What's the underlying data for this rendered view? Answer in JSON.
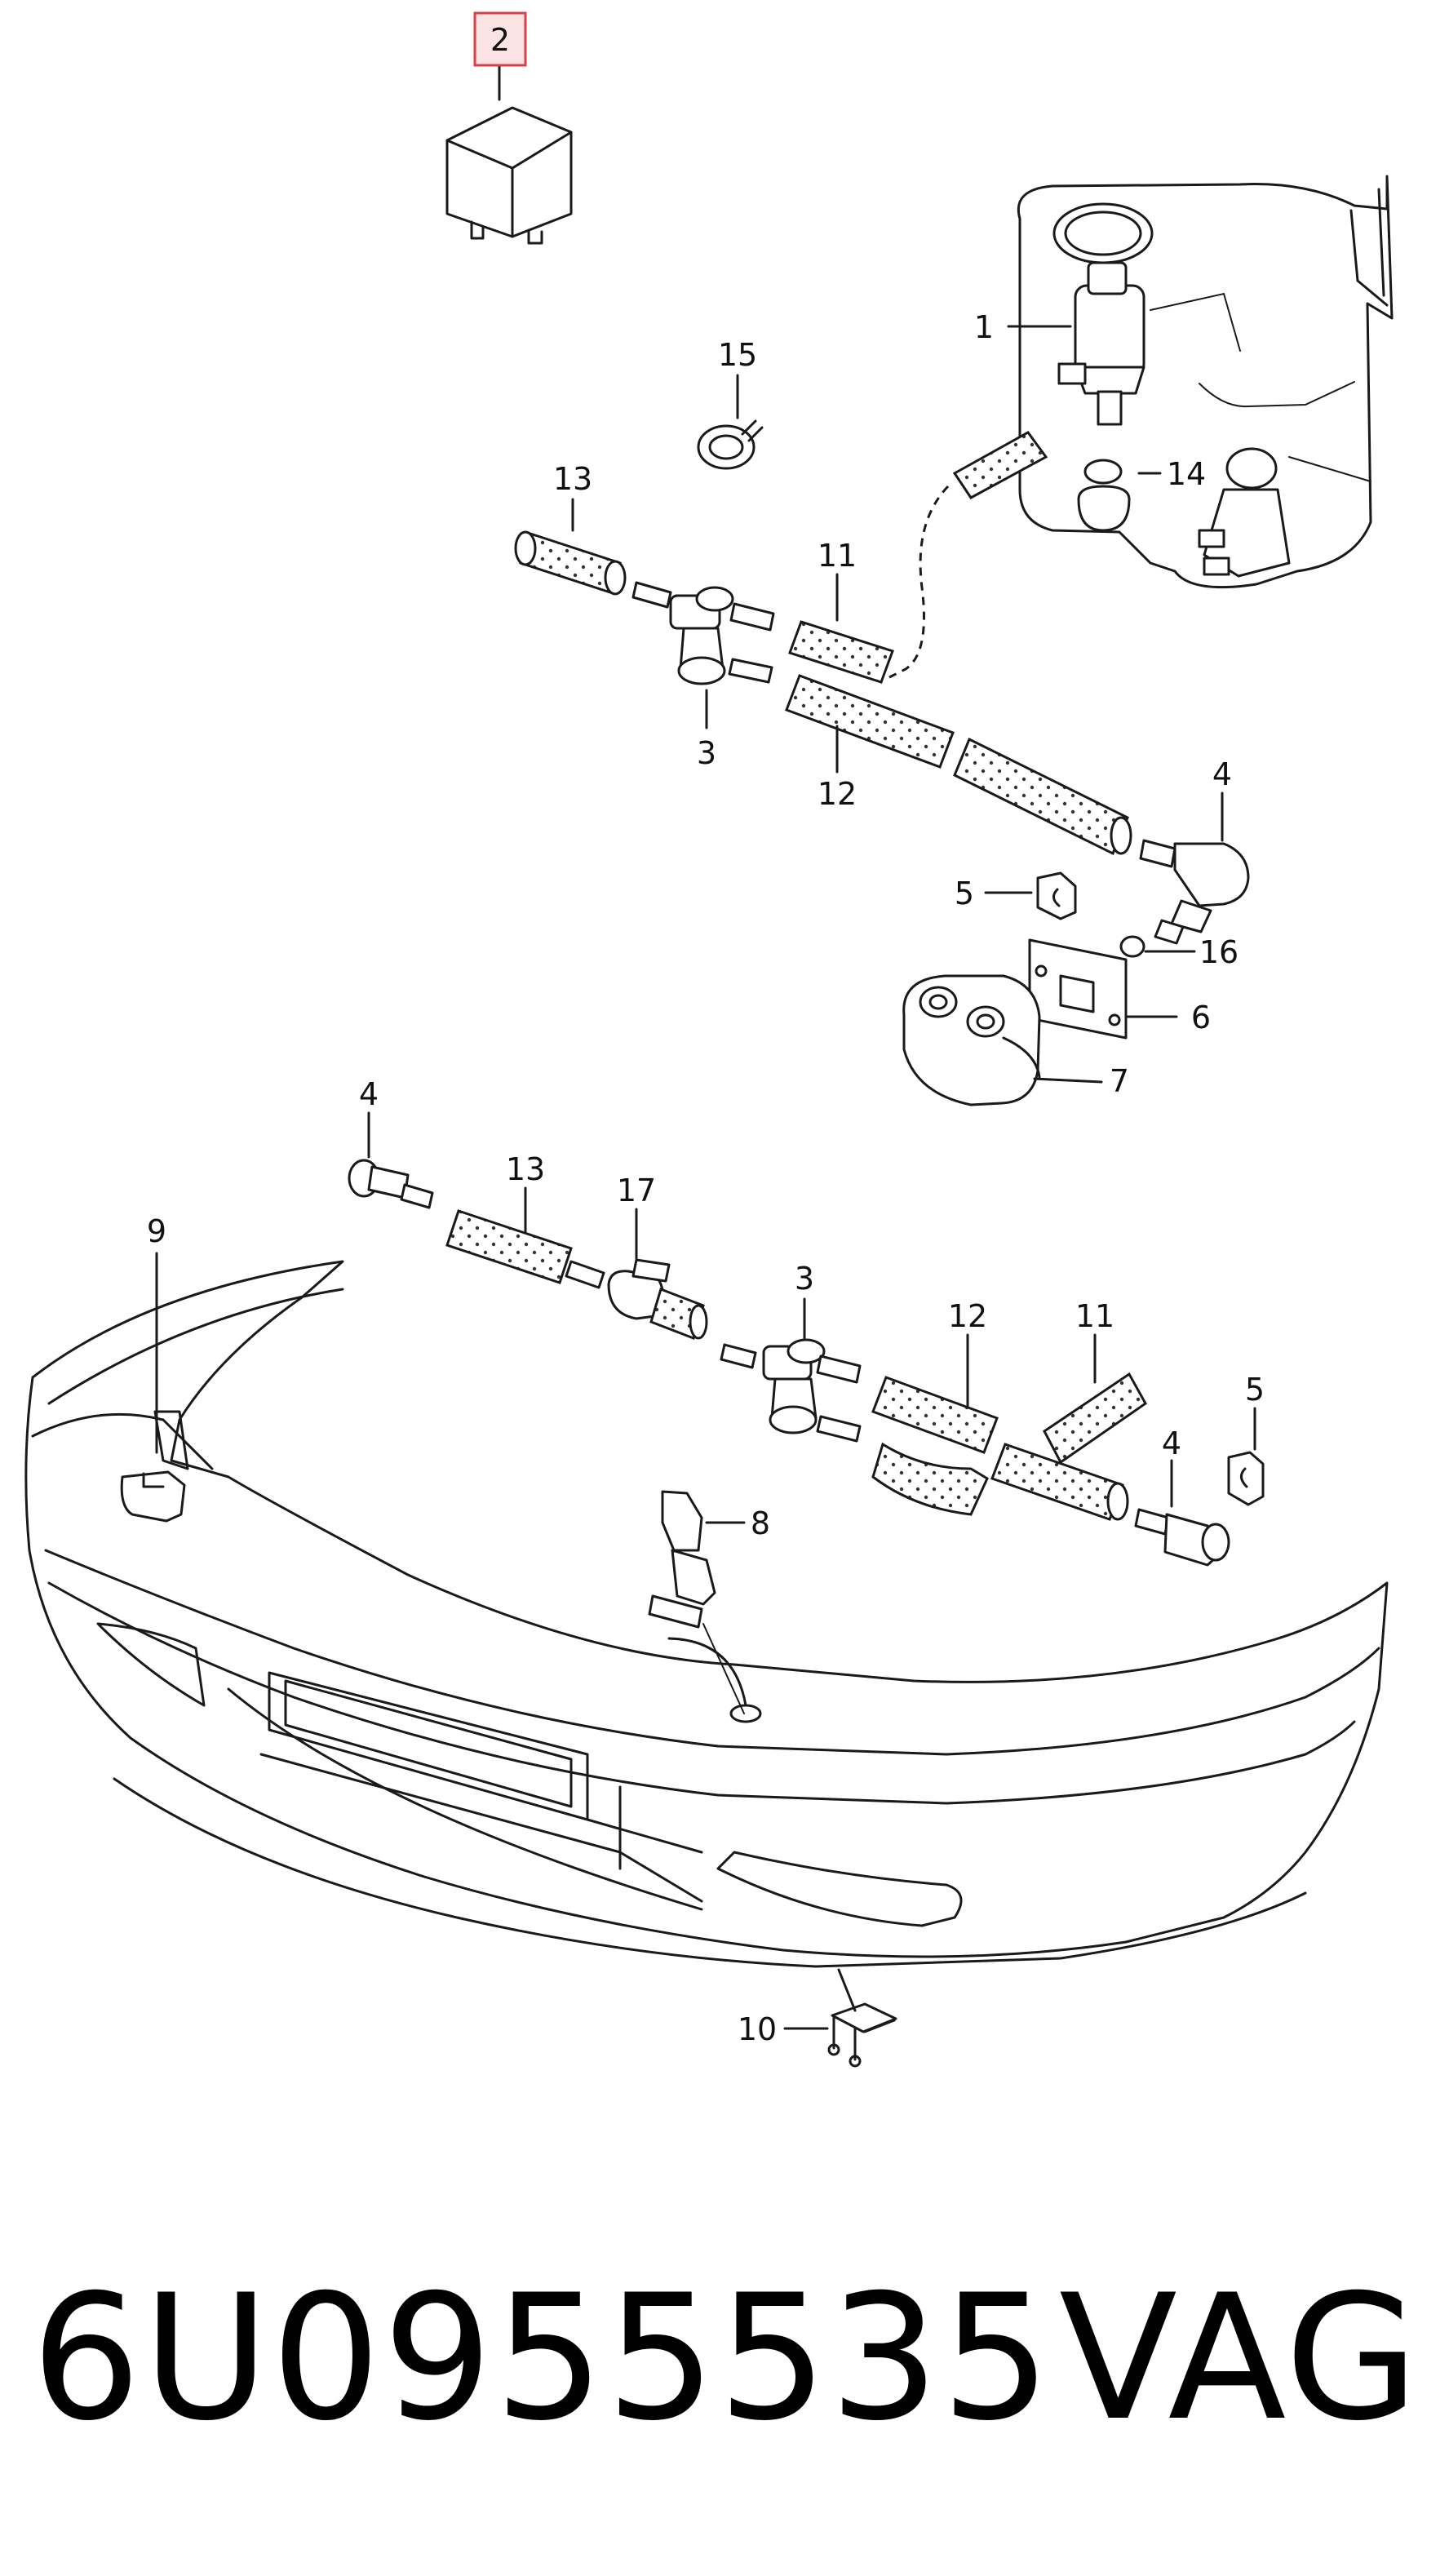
{
  "highlighted_callout": "2",
  "callouts": [
    {
      "id": "c1",
      "label": "1"
    },
    {
      "id": "c2",
      "label": "2"
    },
    {
      "id": "c3a",
      "label": "3"
    },
    {
      "id": "c3b",
      "label": "3"
    },
    {
      "id": "c4a",
      "label": "4"
    },
    {
      "id": "c4b",
      "label": "4"
    },
    {
      "id": "c4c",
      "label": "4"
    },
    {
      "id": "c5a",
      "label": "5"
    },
    {
      "id": "c5b",
      "label": "5"
    },
    {
      "id": "c6",
      "label": "6"
    },
    {
      "id": "c7",
      "label": "7"
    },
    {
      "id": "c8",
      "label": "8"
    },
    {
      "id": "c9",
      "label": "9"
    },
    {
      "id": "c10",
      "label": "10"
    },
    {
      "id": "c11a",
      "label": "11"
    },
    {
      "id": "c11b",
      "label": "11"
    },
    {
      "id": "c12a",
      "label": "12"
    },
    {
      "id": "c12b",
      "label": "12"
    },
    {
      "id": "c13a",
      "label": "13"
    },
    {
      "id": "c13b",
      "label": "13"
    },
    {
      "id": "c14",
      "label": "14"
    },
    {
      "id": "c15",
      "label": "15"
    },
    {
      "id": "c16",
      "label": "16"
    },
    {
      "id": "c17",
      "label": "17"
    }
  ],
  "caption": {
    "part_number": "6U0955535",
    "brand": "VAG"
  },
  "colors": {
    "highlight_fill": "#fbe3e3",
    "highlight_stroke": "#d9404a",
    "ink": "#1a1a1a"
  }
}
